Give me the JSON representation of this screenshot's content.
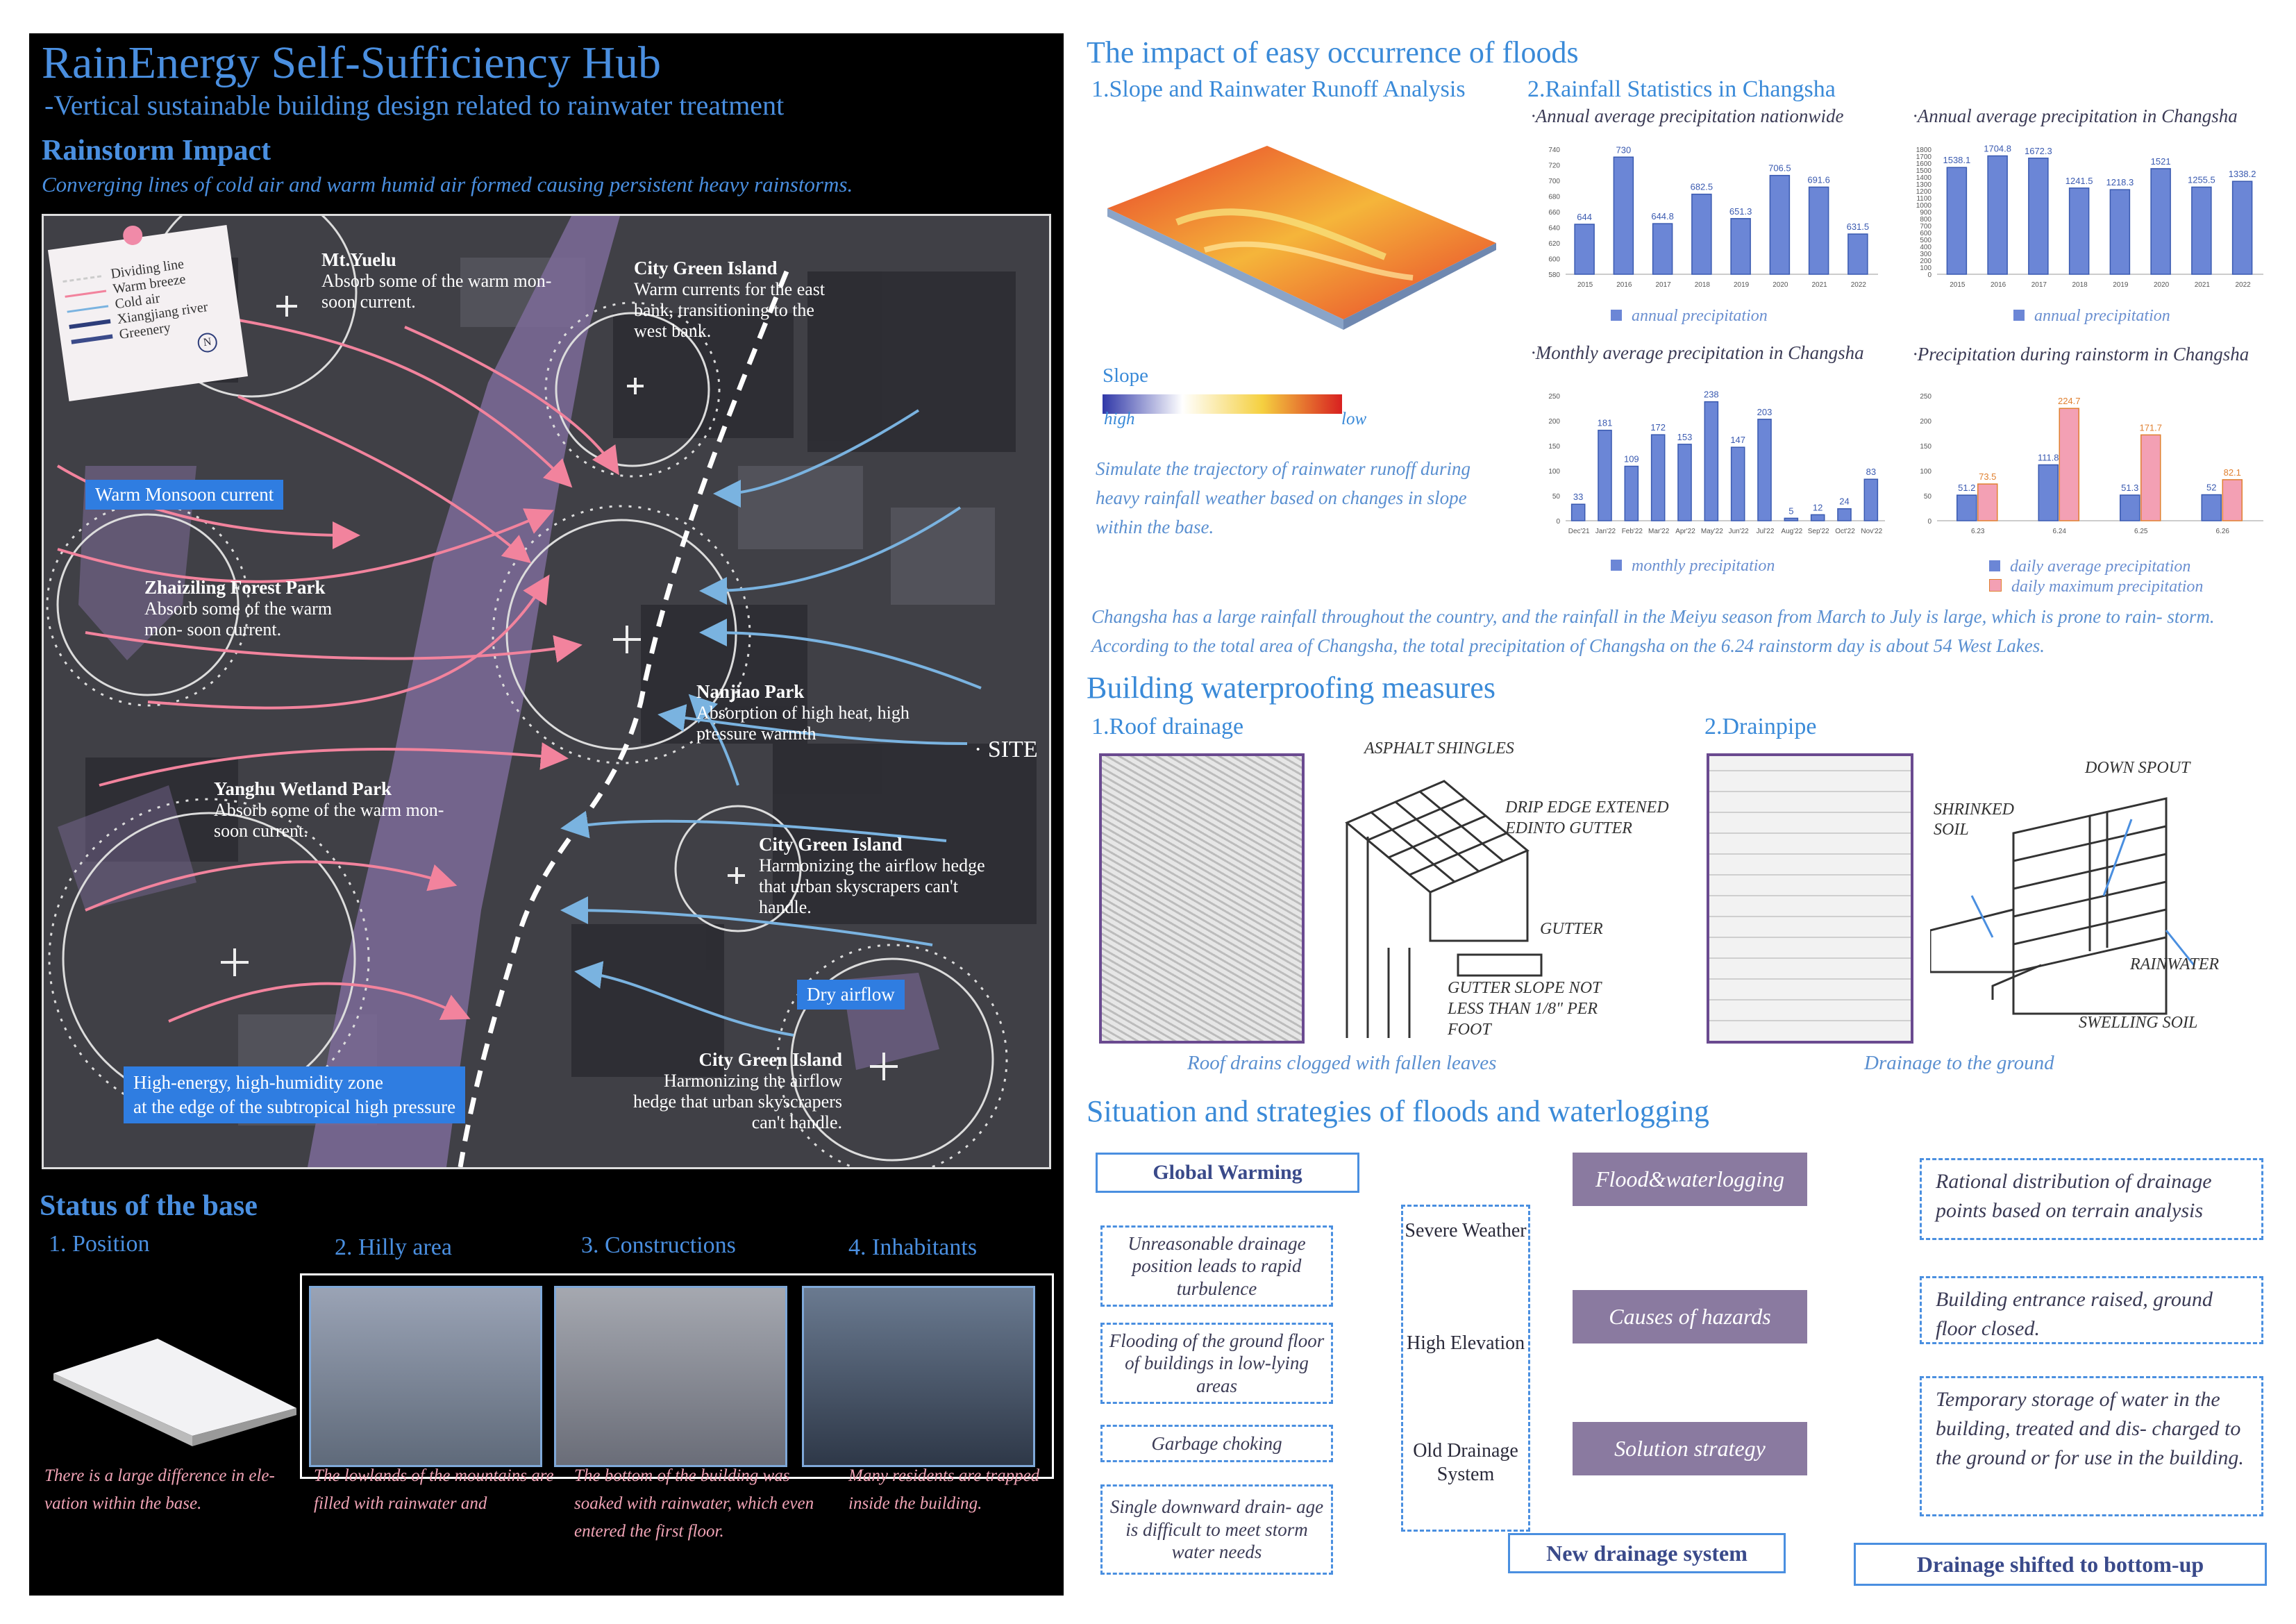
{
  "left": {
    "title": "RainEnergy Self-Sufficiency Hub",
    "subtitle": "-Vertical sustainable building design related to rainwater treatment",
    "rainstorm_heading": "Rainstorm Impact",
    "rainstorm_desc": "Converging lines of cold air and warm humid air formed  causing persistent heavy rainstorms.",
    "map": {
      "legend": [
        "Dividing line",
        "Warm breeze",
        "Cold air",
        "Xiangjiang river",
        "Greenery"
      ],
      "labels": {
        "yuelu_t": "Mt.Yuelu",
        "yuelu_d": "Absorb some of the warm mon- soon current.",
        "cg1_t": "City Green Island",
        "cg1_d": "Warm currents for the east bank, transitioning to the west bank.",
        "zh_t": "Zhaiziling Forest Park",
        "zh_d": "Absorb some of the warm mon- soon current.",
        "nj_t": "Nanjiao Park",
        "nj_d": "Absorption of high heat, high pressure warmth",
        "yh_t": "Yanghu Wetland Park",
        "yh_d": "Absorb some of the warm mon- soon current.",
        "cg2_t": "City Green Island",
        "cg2_d": "Harmonizing the airflow hedge that urban skyscrapers can't handle.",
        "cg3_t": "City Green Island",
        "cg3_d": "Harmonizing the airflow hedge that urban skyscrapers can't handle.",
        "site": "· SITE",
        "warm_monsoon": "Warm Monsoon current",
        "dry_airflow": "Dry airflow",
        "high_energy_1": "High-energy, high-humidity zone",
        "high_energy_2": "at the edge of the subtropical high pressure"
      }
    },
    "status_heading": "Status of the base",
    "steps": [
      "1. Position",
      "2. Hilly area",
      "3. Constructions",
      "4. Inhabitants"
    ],
    "step_desc": [
      "There is a large difference in ele- vation within the base.",
      "The lowlands of the mountains are filled with rainwater and",
      "The bottom of the building was soaked with rainwater, which even entered the first floor.",
      "Many residents are trapped inside the building."
    ]
  },
  "right": {
    "flood_heading": "The impact of easy occurrence of floods",
    "slope_title": "1.Slope and Rainwater Runoff Analysis",
    "slope_label": "Slope",
    "slope_high": "high",
    "slope_low": "low",
    "slope_desc": "Simulate the trajectory of rainwater runoff during heavy rainfall weather based on changes in slope within the base.",
    "rain_stats_title": "2.Rainfall Statistics in Changsha",
    "summary": "Changsha has a large rainfall throughout the country, and the rainfall in the Meiyu season from March to July is large, which is prone to rain- storm. According to the total area of Changsha, the total precipitation of Changsha on the 6.24 rainstorm day is about 54 West Lakes.",
    "waterproof_heading": "Building waterproofing measures",
    "roof_title": "1.Roof drainage",
    "drainpipe_title": "2.Drainpipe",
    "roof_labels": [
      "ASPHALT SHINGLES",
      "DRIP EDGE EXTENED EDINTO GUTTER",
      "GUTTER",
      "GUTTER SLOPE NOT LESS THAN 1/8\" PER FOOT"
    ],
    "roof_caption": "Roof drains clogged with fallen leaves",
    "drain_labels": [
      "DOWN SPOUT",
      "SHRINKED SOIL",
      "RAINWATER",
      "SWELLING SOIL"
    ],
    "drain_caption": "Drainage to the ground",
    "situation_heading": "Situation and strategies of floods and waterlogging",
    "global_warming": "Global Warming",
    "causes_left": [
      "Unreasonable drainage position leads to rapid turbulence",
      "Flooding of the ground floor of buildings in low-lying areas",
      "Garbage choking",
      "Single downward drain- age is difficult to meet storm water needs"
    ],
    "factors": [
      "Severe Weather",
      "High Elevation",
      "Old Drainage System"
    ],
    "center_boxes": [
      "Flood&waterlogging",
      "Causes of hazards",
      "Solution strategy"
    ],
    "new_drainage": "New drainage system",
    "strategies": [
      "Rational distribution of drainage points based on terrain analysis",
      "Building entrance raised, ground floor closed.",
      "Temporary storage of water in the building, treated and dis- charged to the ground or for use in the building."
    ],
    "bottom_up": "Drainage shifted to bottom-up"
  },
  "colors": {
    "accent": "#4a8fe0",
    "bar": "#6b86d6",
    "bar_max": "#f3a0b4",
    "dark_panel": "#000000",
    "purple_box": "#8a7aa0"
  },
  "chart_data": [
    {
      "type": "bar",
      "title": "·Annual average precipitation nationwide",
      "categories": [
        "2015",
        "2016",
        "2017",
        "2018",
        "2019",
        "2020",
        "2021",
        "2022"
      ],
      "values": [
        644,
        730,
        644.8,
        682.5,
        651.3,
        706.5,
        691.6,
        631.5
      ],
      "ylim": [
        580,
        740
      ],
      "yticks": [
        580,
        600,
        620,
        640,
        660,
        680,
        700,
        720,
        740
      ],
      "series_name": "annual precipitation"
    },
    {
      "type": "bar",
      "title": "·Annual average precipitation in Changsha",
      "categories": [
        "2015",
        "2016",
        "2017",
        "2018",
        "2019",
        "2020",
        "2021",
        "2022"
      ],
      "values": [
        1538.1,
        1704.8,
        1672.3,
        1241.5,
        1218.3,
        1521,
        1255.5,
        1338.2
      ],
      "ylim": [
        0,
        1800
      ],
      "yticks": [
        0,
        100,
        200,
        300,
        400,
        500,
        600,
        700,
        800,
        900,
        1000,
        1100,
        1200,
        1300,
        1400,
        1500,
        1600,
        1700,
        1800
      ],
      "series_name": "annual precipitation"
    },
    {
      "type": "bar",
      "title": "·Monthly average precipitation in Changsha",
      "categories": [
        "Dec'21",
        "Jan'22",
        "Feb'22",
        "Mar'22",
        "Apr'22",
        "May'22",
        "Jun'22",
        "Jul'22",
        "Aug'22",
        "Sep'22",
        "Oct'22",
        "Nov'22"
      ],
      "values": [
        33,
        181,
        109,
        172,
        153,
        238,
        147,
        203,
        5,
        12,
        24,
        83
      ],
      "ylim": [
        0,
        250
      ],
      "yticks": [
        0,
        50,
        100,
        150,
        200,
        250
      ],
      "series_name": "monthly precipitation"
    },
    {
      "type": "bar",
      "title": "·Precipitation during rainstorm in Changsha",
      "categories": [
        "6.23",
        "6.24",
        "6.25",
        "6.26"
      ],
      "series": [
        {
          "name": "daily average precipitation",
          "values": [
            51.2,
            111.8,
            51.3,
            52
          ]
        },
        {
          "name": "daily maximum precipitation",
          "values": [
            73.5,
            224.7,
            171.7,
            82.1
          ]
        }
      ],
      "ylim": [
        0,
        250
      ],
      "yticks": [
        0,
        50,
        100,
        150,
        200,
        250
      ]
    }
  ]
}
